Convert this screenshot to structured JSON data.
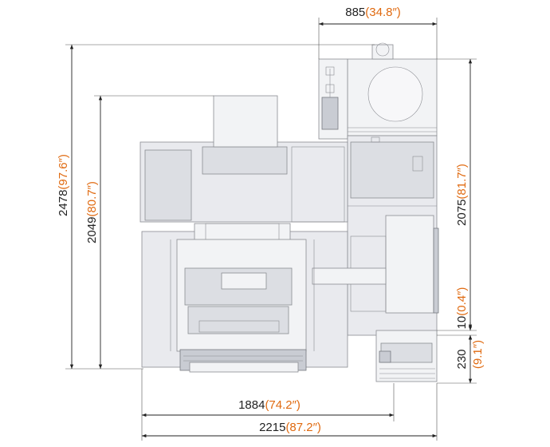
{
  "colors": {
    "dimension_value": "#222222",
    "dimension_inch": "#e06a10",
    "machine_body": "#e9eaee",
    "machine_outline": "#8a8c92"
  },
  "dimensions": {
    "top_width": {
      "mm": "885",
      "inch": "(34.8″)"
    },
    "overall_height": {
      "mm": "2478",
      "inch": "(97.6″)"
    },
    "inner_height": {
      "mm": "2049",
      "inch": "(80.7″)"
    },
    "right_height": {
      "mm": "2075",
      "inch": "(81.7″)"
    },
    "right_offset": {
      "mm": "10",
      "inch": "(0.4″)"
    },
    "right_bottom": {
      "mm": "230",
      "inch": "(9.1″)"
    },
    "bottom_inner_width": {
      "mm": "1884",
      "inch": "(74.2″)"
    },
    "bottom_overall_width": {
      "mm": "2215",
      "inch": "(87.2″)"
    }
  }
}
